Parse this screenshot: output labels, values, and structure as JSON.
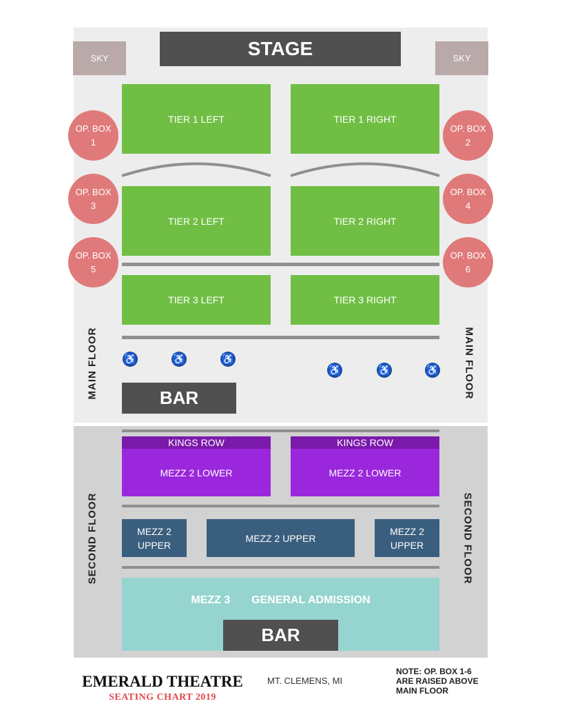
{
  "stage": "STAGE",
  "sky": [
    "SKY",
    "SKY"
  ],
  "tiers": {
    "t1l": "TIER 1 LEFT",
    "t1r": "TIER 1 RIGHT",
    "t2l": "TIER 2 LEFT",
    "t2r": "TIER 2 RIGHT",
    "t3l": "TIER 3 LEFT",
    "t3r": "TIER 3 RIGHT"
  },
  "boxes": [
    {
      "label": "OP. BOX",
      "num": "1"
    },
    {
      "label": "OP. BOX",
      "num": "2"
    },
    {
      "label": "OP. BOX",
      "num": "3"
    },
    {
      "label": "OP. BOX",
      "num": "4"
    },
    {
      "label": "OP. BOX",
      "num": "5"
    },
    {
      "label": "OP. BOX",
      "num": "6"
    }
  ],
  "main_floor": "MAIN FLOOR",
  "second_floor": "SECOND FLOOR",
  "bar": "BAR",
  "kings_row": "KINGS ROW",
  "mezz2_lower": "MEZZ 2 LOWER",
  "mezz2_upper": "MEZZ 2 UPPER",
  "mezz2_upper_side": {
    "line1": "MEZZ 2",
    "line2": "UPPER"
  },
  "mezz3": "MEZZ 3",
  "general_admission": "GENERAL ADMISSION",
  "wheelchair_icon": "wheelchair-icon",
  "footer": {
    "title": "EMERALD THEATRE",
    "subtitle": "SEATING CHART 2019",
    "location": "MT. CLEMENS, MI",
    "note": [
      "NOTE: OP. BOX 1-6",
      "ARE RAISED ABOVE",
      "MAIN FLOOR"
    ]
  },
  "colors": {
    "tier": "#70bf44",
    "box": "#e07a7a",
    "mezz2_lower": "#9b27dc",
    "mezz2_upper": "#3a5e7e",
    "mezz3": "#96d4d0",
    "subtitle": "#e0464a"
  }
}
